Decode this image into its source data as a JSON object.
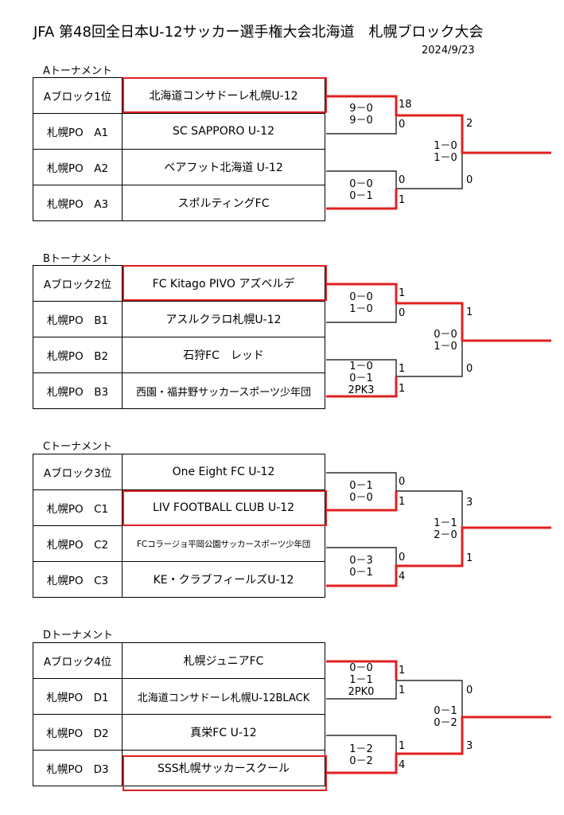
{
  "title": "JFA 第48回全日本U-12サッカー選手権大会北海道　札幌ブロック大会",
  "date": "2024/9/23",
  "tournaments": [
    {
      "label": "Aトーナメント",
      "rows": [
        {
          "slot": "Aブロック1位",
          "team": "北海道コンサドーレ札幌U-12"
        },
        {
          "slot": "札幌PO　A1",
          "team": "SC SAPPORO U-12"
        },
        {
          "slot": "札幌PO　A2",
          "team": "ベアフット北海道 U-12"
        },
        {
          "slot": "札幌PO　A3",
          "team": "スポルティングFC"
        }
      ],
      "m1": {
        "detail": [
          "9－0",
          "9－0"
        ],
        "top": "18",
        "bottom": "0"
      },
      "m2": {
        "detail": [
          "0－0",
          "0－1"
        ],
        "top": "0",
        "bottom": "1"
      },
      "final": {
        "detail": [
          "1－0",
          "1－0"
        ],
        "top": "2",
        "bottom": "0"
      }
    },
    {
      "label": "Bトーナメント",
      "rows": [
        {
          "slot": "Aブロック2位",
          "team": "FC Kitago PIVO アズベルデ"
        },
        {
          "slot": "札幌PO　B1",
          "team": "アスルクラロ札幌U-12"
        },
        {
          "slot": "札幌PO　B2",
          "team": "石狩FC　レッド"
        },
        {
          "slot": "札幌PO　B3",
          "team": "西園・福井野サッカースポーツ少年団"
        }
      ],
      "m1": {
        "detail": [
          "0－0",
          "1－0"
        ],
        "top": "1",
        "bottom": "0"
      },
      "m2": {
        "detail": [
          "1－0",
          "0－1",
          "2PK3"
        ],
        "top": "1",
        "bottom": "1"
      },
      "final": {
        "detail": [
          "0－0",
          "1－0"
        ],
        "top": "1",
        "bottom": "0"
      }
    },
    {
      "label": "Cトーナメント",
      "rows": [
        {
          "slot": "Aブロック3位",
          "team": "One Eight FC U-12"
        },
        {
          "slot": "札幌PO　C1",
          "team": "LIV  FOOTBALL  CLUB  U-12"
        },
        {
          "slot": "札幌PO　C2",
          "team": "FCコラージョ平岡公園サッカースポーツ少年団"
        },
        {
          "slot": "札幌PO　C3",
          "team": "KE・クラブフィールズU-12"
        }
      ],
      "m1": {
        "detail": [
          "0－1",
          "0－0"
        ],
        "top": "0",
        "bottom": "1"
      },
      "m2": {
        "detail": [
          "0－3",
          "0－1"
        ],
        "top": "0",
        "bottom": "4"
      },
      "final": {
        "detail": [
          "1－1",
          "2－0"
        ],
        "top": "3",
        "bottom": "1"
      }
    },
    {
      "label": "Dトーナメント",
      "rows": [
        {
          "slot": "Aブロック4位",
          "team": "札幌ジュニアFC"
        },
        {
          "slot": "札幌PO　D1",
          "team": "北海道コンサドーレ札幌U-12BLACK"
        },
        {
          "slot": "札幌PO　D2",
          "team": "真栄FC U-12"
        },
        {
          "slot": "札幌PO　D3",
          "team": "SSS札幌サッカースクール"
        }
      ],
      "m1": {
        "detail": [
          "0－0",
          "1－1",
          "2PK0"
        ],
        "top": "1",
        "bottom": "1"
      },
      "m2": {
        "detail": [
          "1－2",
          "0－2"
        ],
        "top": "1",
        "bottom": "4"
      },
      "final": {
        "detail": [
          "0－1",
          "0－2"
        ],
        "top": "0",
        "bottom": "3"
      }
    }
  ],
  "colors": {
    "winner_line": "#e02020",
    "line": "#000000"
  }
}
